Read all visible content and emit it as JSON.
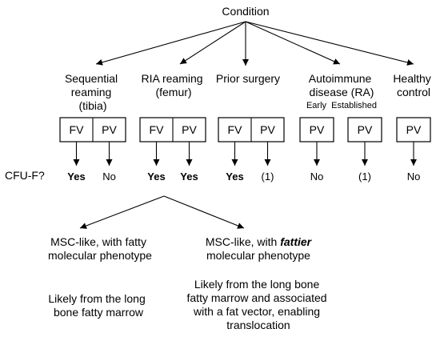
{
  "root": "Condition",
  "conditions": {
    "sequential": [
      "Sequential",
      "reaming",
      "(tibia)"
    ],
    "ria": [
      "RIA reaming",
      "(femur)"
    ],
    "prior": [
      "Prior surgery"
    ],
    "autoimmune": [
      "Autoimmune",
      "disease (RA)"
    ],
    "autoimmune_sub": "Early  Established",
    "healthy": [
      "Healthy",
      "control"
    ]
  },
  "fv": "FV",
  "pv": "PV",
  "cfu_label": "CFU-F?",
  "results": {
    "seq_fv": "Yes",
    "seq_pv": "No",
    "ria_fv": "Yes",
    "ria_pv": "Yes",
    "prior_fv": "Yes",
    "prior_pv": "(1)",
    "ra_early": "No",
    "ra_established": "(1)",
    "healthy_pv": "No"
  },
  "outcomes": {
    "left": {
      "line1": "MSC-like, with fatty",
      "line2": "molecular phenotype",
      "origin": [
        "Likely from the long",
        "bone fatty marrow"
      ]
    },
    "right": {
      "line1_prefix": "MSC-like, with ",
      "line1_emph": "fattier",
      "line2": "molecular phenotype",
      "origin": [
        "Likely from the long bone",
        "fatty marrow and associated",
        "with a fat vector, enabling",
        "translocation"
      ]
    }
  }
}
